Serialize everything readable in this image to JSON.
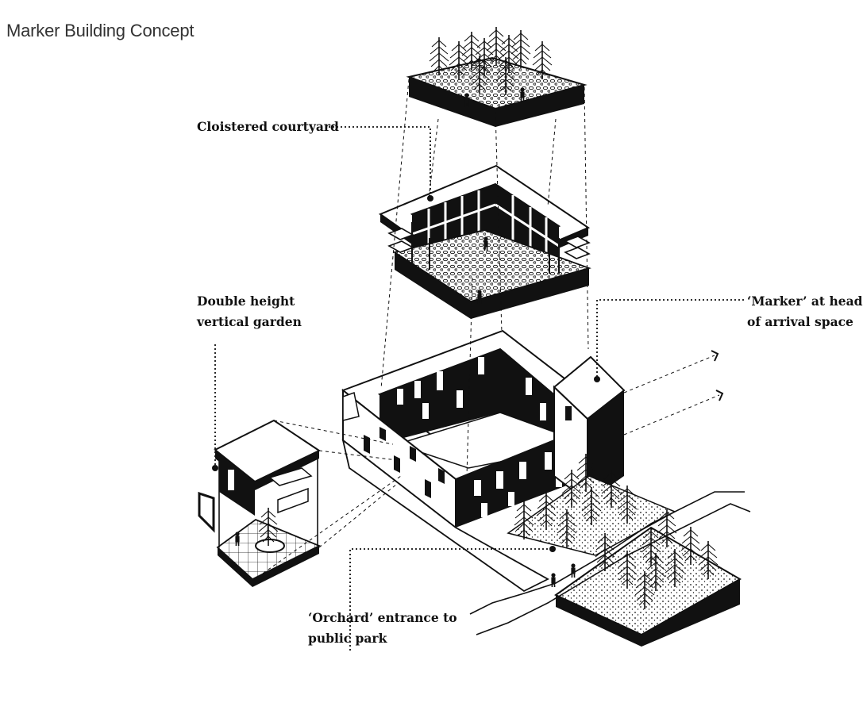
{
  "title": "Marker Building Concept",
  "labels": {
    "courtyard": {
      "line1": "Cloistered courtyard"
    },
    "garden": {
      "line1": "Double height",
      "line2": "vertical garden"
    },
    "marker": {
      "line1": "‘Marker’ at head",
      "line2": "of arrival space"
    },
    "orchard": {
      "line1": "‘Orchard’ entrance to",
      "line2": "public park"
    }
  },
  "colors": {
    "ink": "#111111",
    "paper": "#ffffff",
    "title": "#333333"
  }
}
